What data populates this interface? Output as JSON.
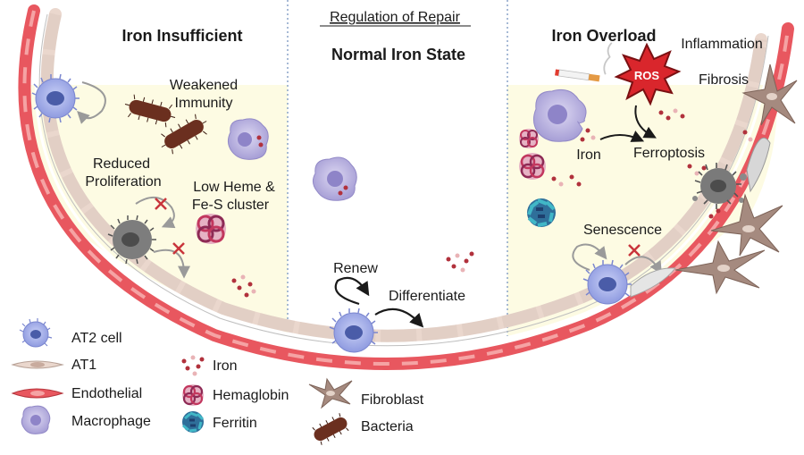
{
  "title": "Regulation of Repair",
  "sections": {
    "left": "Iron Insufficient",
    "middle": "Normal Iron State",
    "right": "Iron Overload"
  },
  "labels": {
    "weakened_1": "Weakened",
    "weakened_2": "Immunity",
    "reduced_1": "Reduced",
    "reduced_2": "Proliferation",
    "lowheme_1": "Low Heme &",
    "lowheme_2": "Fe-S cluster",
    "renew": "Renew",
    "differentiate": "Differentiate",
    "inflammation": "Inflammation",
    "fibrosis": "Fibrosis",
    "ros": "ROS",
    "iron": "Iron",
    "ferroptosis": "Ferroptosis",
    "senescence": "Senescence"
  },
  "legend": {
    "at2": "AT2 cell",
    "at1": "AT1",
    "endothelial": "Endothelial",
    "macrophage": "Macrophage",
    "iron": "Iron",
    "hemaglobin": "Hemaglobin",
    "ferritin": "Ferritin",
    "fibroblast": "Fibroblast",
    "bacteria": "Bacteria"
  },
  "colors": {
    "yellow_bg": "#fdfbe3",
    "divider": "#8aa4c8",
    "at2": "#a9b4ec",
    "at1": "#ead7cd",
    "endothelial": "#e8575f",
    "macrophage": "#c3bce6",
    "iron": "#b1313c",
    "fibroblast": "#a58a7f",
    "bacteria": "#6b2f1f",
    "ros": "#d9262c"
  }
}
